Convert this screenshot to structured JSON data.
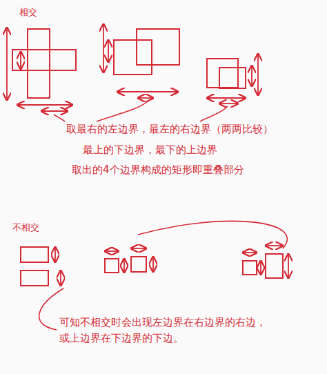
{
  "diagram": {
    "labels": [
      "相交",
      "取最右的左边界，最左的右边界（两两比较）",
      "最上的下边界，最下的上边界",
      "取出的4个边界构成的矩形即重叠部分",
      "不相交",
      "可知不相交时会出现左边界在右边界的右边， 或上边界在下边界的下边。"
    ]
  }
}
